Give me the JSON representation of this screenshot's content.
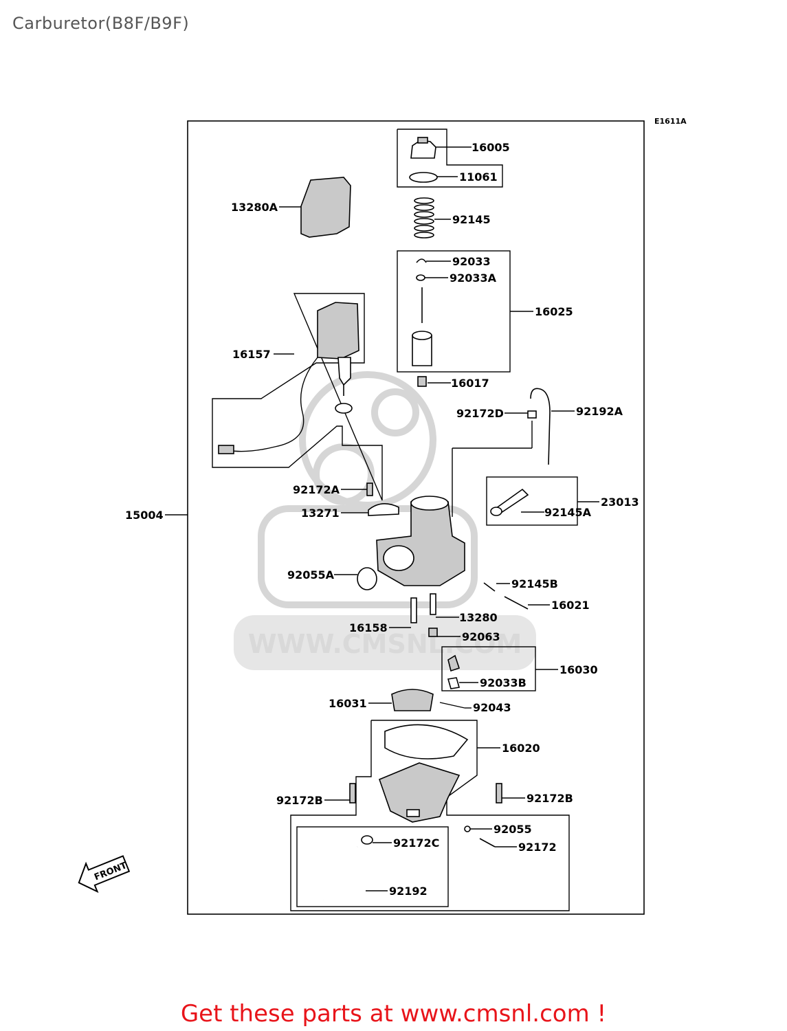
{
  "page": {
    "title": "Carburetor(B8F/B9F)",
    "diagram_code": "E1611A",
    "footer": "Get these parts at www.cmsnl.com !",
    "watermark": "WWW.CMSNL.COM",
    "front_label": "FRONT"
  },
  "parts": {
    "p16005": "16005",
    "p11061": "11061",
    "p13280A": "13280A",
    "p92145": "92145",
    "p92033": "92033",
    "p92033A": "92033A",
    "p16025": "16025",
    "p16157": "16157",
    "p16017": "16017",
    "p92172D": "92172D",
    "p92192A": "92192A",
    "p23013": "23013",
    "p92145A": "92145A",
    "p92172A": "92172A",
    "p13271": "13271",
    "p15004": "15004",
    "p92055A": "92055A",
    "p92145B": "92145B",
    "p16021": "16021",
    "p13280": "13280",
    "p16158": "16158",
    "p92063": "92063",
    "p16030": "16030",
    "p92033B": "92033B",
    "p16031": "16031",
    "p92043": "92043",
    "p16020": "16020",
    "p92172B_left": "92172B",
    "p92172B_right": "92172B",
    "p92055": "92055",
    "p92172C": "92172C",
    "p92172": "92172",
    "p92192": "92192"
  }
}
